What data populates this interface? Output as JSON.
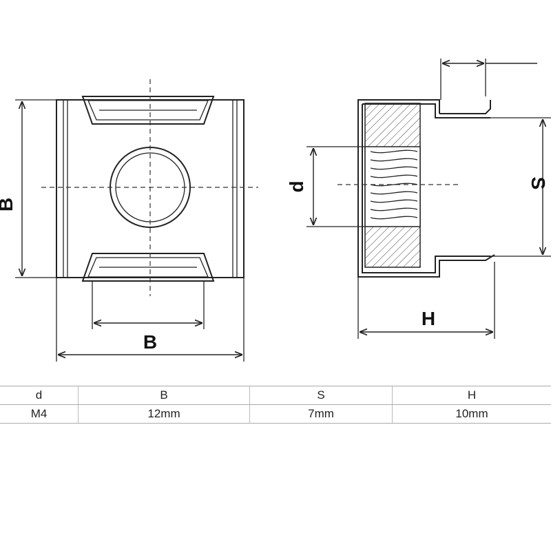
{
  "drawing": {
    "front_view": {
      "height_label": "B",
      "width_label": "B"
    },
    "side_view": {
      "thread_label": "d",
      "span_label": "S",
      "height_label": "H"
    }
  },
  "table": {
    "headers": [
      "d",
      "B",
      "S",
      "H"
    ],
    "rows": [
      [
        "M4",
        "12mm",
        "7mm",
        "10mm"
      ]
    ]
  }
}
